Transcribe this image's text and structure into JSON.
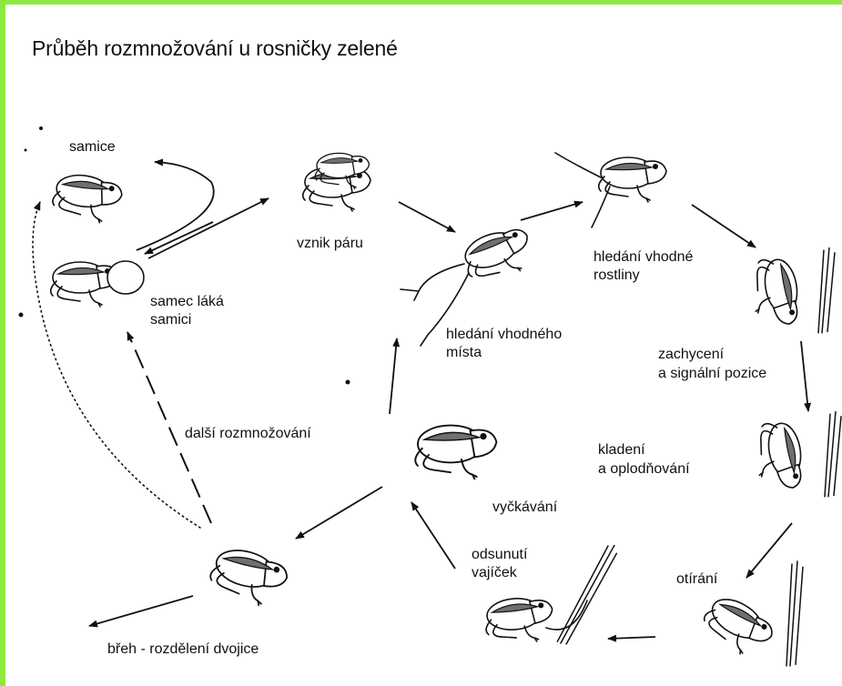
{
  "title": "Průběh rozmnožování u rosničky zelené",
  "labels": {
    "samice": "samice",
    "samec_1": "samec láká",
    "samec_2": "samici",
    "vznik": "vznik páru",
    "mista_1": "hledání vhodného",
    "mista_2": "místa",
    "rostliny_1": "hledání vhodné",
    "rostliny_2": "rostliny",
    "zachyceni_1": "zachycení",
    "zachyceni_2": "a signální pozice",
    "kladeni_1": "kladení",
    "kladeni_2": "a oplodňování",
    "otirani": "otírání",
    "odsunuti_1": "odsunutí",
    "odsunuti_2": "vajíček",
    "vyckavani": "vyčkávání",
    "dalsi": "další rozmnožování",
    "breh": "břeh - rozdělení dvojice"
  },
  "colors": {
    "border": "#8fe840",
    "ink": "#111111"
  },
  "icons": [
    "frog-icon",
    "plant-stem-icon",
    "arrow-icon"
  ]
}
